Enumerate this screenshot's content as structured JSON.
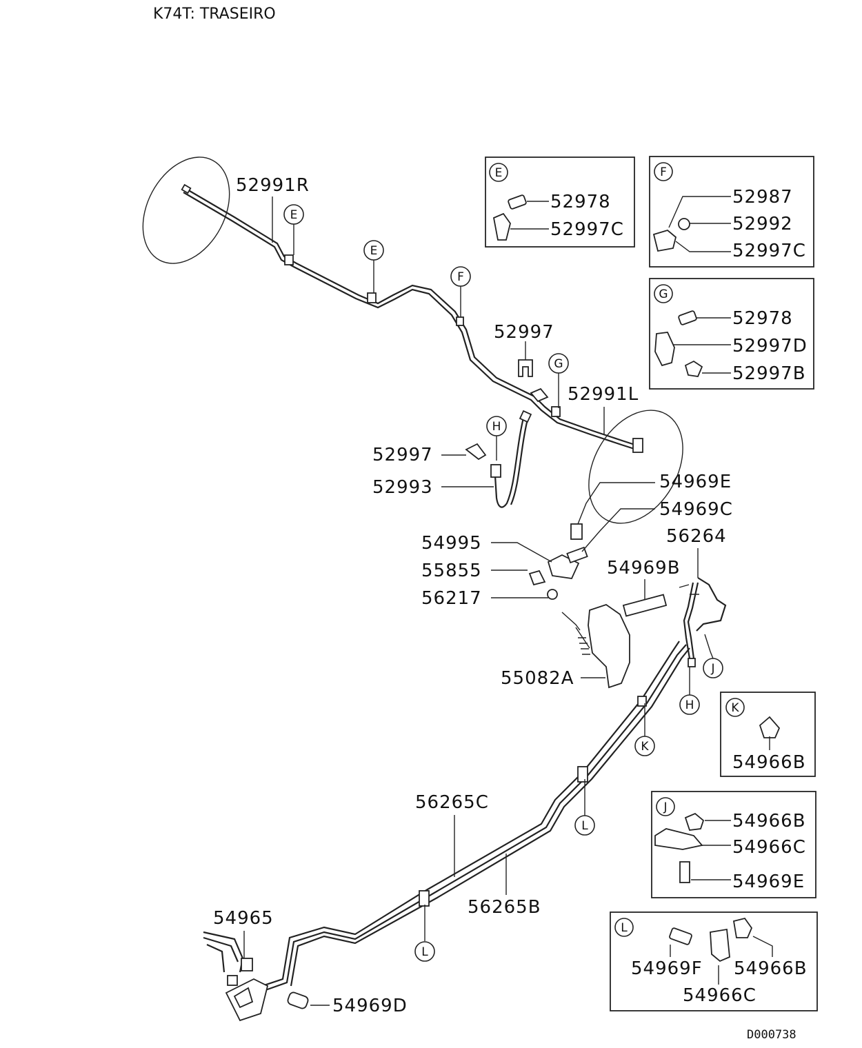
{
  "header": {
    "title": "K74T: TRASEIRO"
  },
  "diagram_code": "D000738",
  "labels": {
    "p52991R": "52991R",
    "p52991L": "52991L",
    "p52997_top": "52997",
    "p52997_mid": "52997",
    "p52993": "52993",
    "p54969E": "54969E",
    "p54969C": "54969C",
    "p56264": "56264",
    "p54995": "54995",
    "p55855": "55855",
    "p56217": "56217",
    "p54969B": "54969B",
    "p55082A": "55082A",
    "p56265C": "56265C",
    "p56265B": "56265B",
    "p54965": "54965",
    "p54969D": "54969D"
  },
  "callouts": {
    "e1": "E",
    "e2": "E",
    "f1": "F",
    "g1": "G",
    "h1": "H",
    "h2": "H",
    "j1": "J",
    "k1": "K",
    "l1": "L",
    "l2": "L"
  },
  "detail_boxes": {
    "E": {
      "letter": "E",
      "parts": [
        "52978",
        "52997C"
      ]
    },
    "F": {
      "letter": "F",
      "parts": [
        "52987",
        "52992",
        "52997C"
      ]
    },
    "G": {
      "letter": "G",
      "parts": [
        "52978",
        "52997D",
        "52997B"
      ]
    },
    "K": {
      "letter": "K",
      "parts": [
        "54966B"
      ]
    },
    "J": {
      "letter": "J",
      "parts": [
        "54966B",
        "54966C",
        "54969E"
      ]
    },
    "L": {
      "letter": "L",
      "parts": [
        "54969F",
        "54966B",
        "54966C"
      ]
    }
  }
}
